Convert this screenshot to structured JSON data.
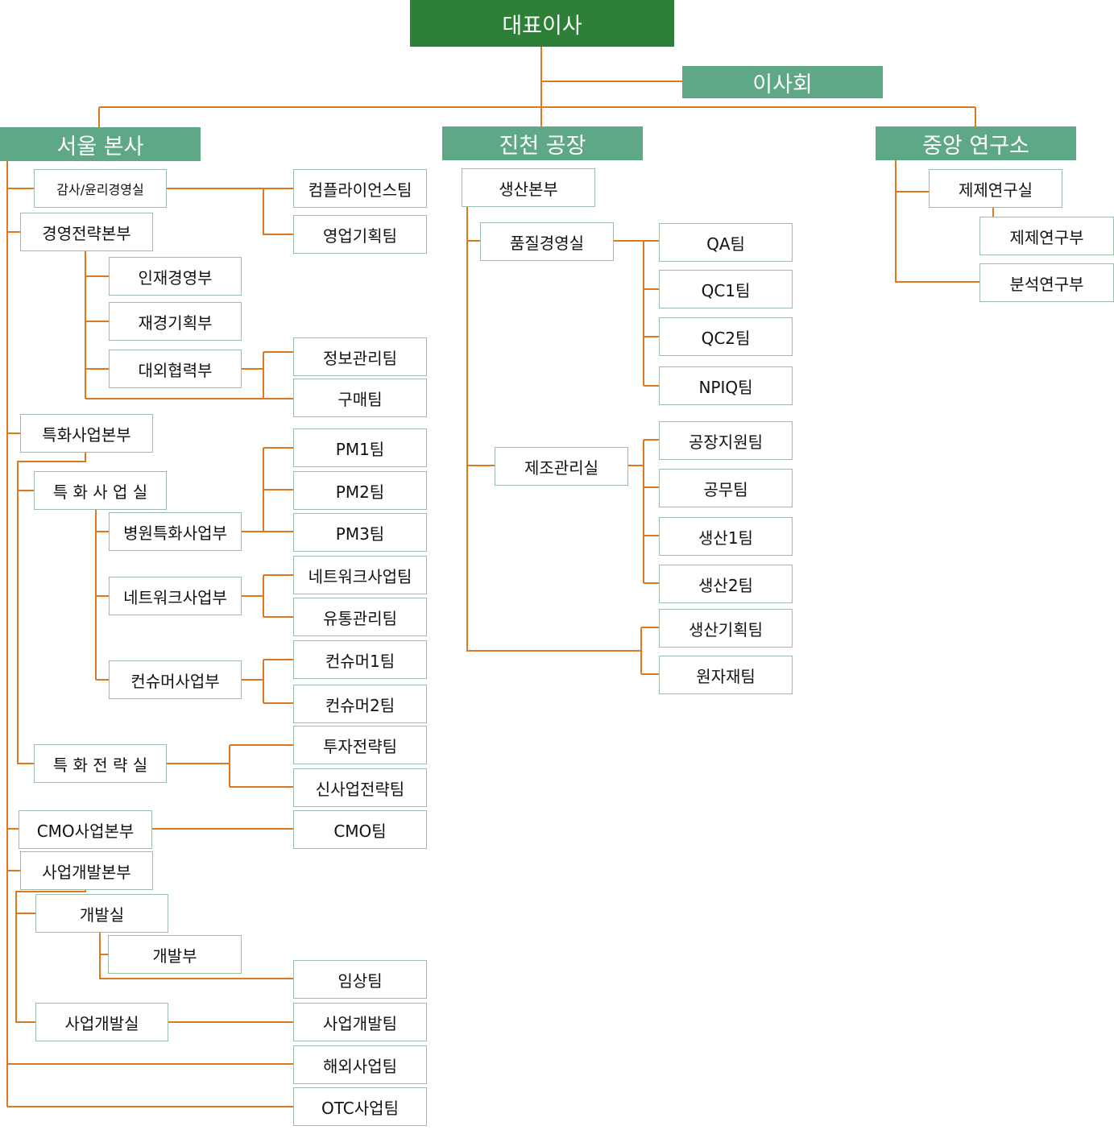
{
  "colors": {
    "ceo": "#2e8038",
    "header": "#5fa886",
    "line": "#e07820",
    "box_border": "#9cbcac"
  },
  "ceo": "대표이사",
  "board": "이사회",
  "seoul": {
    "title": "서울 본사",
    "audit": "감사/윤리경영실",
    "compliance_team": "컴플라이언스팀",
    "sales_planning_team": "영업기획팀",
    "strategy_hq": "경영전략본부",
    "hr": "인재경영부",
    "finance": "재경기획부",
    "external": "대외협력부",
    "info_team": "정보관리팀",
    "purchase_team": "구매팀",
    "special_hq": "특화사업본부",
    "special_office": "특 화 사 업 실",
    "hospital": "병원특화사업부",
    "pm1": "PM1팀",
    "pm2": "PM2팀",
    "pm3": "PM3팀",
    "network": "네트워크사업부",
    "network_team": "네트워크사업팀",
    "distribution_team": "유통관리팀",
    "consumer": "컨슈머사업부",
    "consumer1": "컨슈머1팀",
    "consumer2": "컨슈머2팀",
    "special_strategy": "특 화 전 략 실",
    "invest_team": "투자전략팀",
    "newbiz_team": "신사업전략팀",
    "cmo_hq": "CMO사업본부",
    "cmo_team": "CMO팀",
    "bizdev_hq": "사업개발본부",
    "dev_office": "개발실",
    "dev_dept": "개발부",
    "clinical_team": "임상팀",
    "bizdev_office": "사업개발실",
    "bizdev_team": "사업개발팀",
    "overseas_team": "해외사업팀",
    "otc_team": "OTC사업팀"
  },
  "jincheon": {
    "title": "진천 공장",
    "production_hq": "생산본부",
    "quality_office": "품질경영실",
    "qa": "QA팀",
    "qc1": "QC1팀",
    "qc2": "QC2팀",
    "npiq": "NPIQ팀",
    "manufacturing_office": "제조관리실",
    "plant_support": "공장지원팀",
    "facilities": "공무팀",
    "production1": "생산1팀",
    "production2": "생산2팀",
    "production_planning": "생산기획팀",
    "materials": "원자재팀"
  },
  "lab": {
    "title": "중앙 연구소",
    "formulation_office": "제제연구실",
    "formulation_dept": "제제연구부",
    "analysis_dept": "분석연구부"
  }
}
